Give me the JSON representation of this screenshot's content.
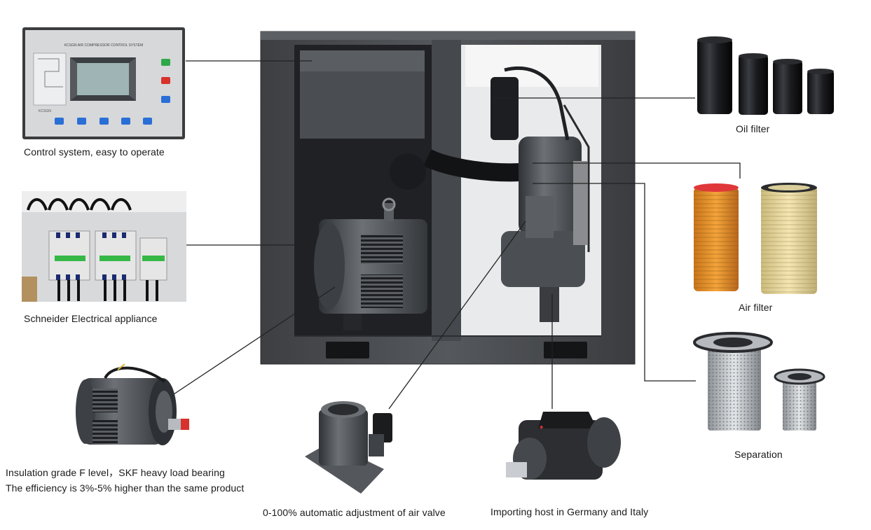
{
  "captions": {
    "control": "Control system, easy to operate",
    "schneider": "Schneider Electrical appliance",
    "motor_line1": "Insulation grade F level，SKF heavy load bearing",
    "motor_line2": "The efficiency is 3%-5% higher than the same product",
    "valve": "0-100% automatic adjustment of air valve",
    "host": "Importing host in Germany and Italy",
    "oil_filter": "Oil filter",
    "air_filter": "Air filter",
    "separation": "Separation"
  },
  "panel": {
    "title": "KCSGN AIR COMPRESSOR CONTROL SYSTEM",
    "logo": "KCSGN"
  },
  "colors": {
    "cabinet": "#4a4c4f",
    "cabinet_dark": "#2e3033",
    "panel_bg": "#d8dadc",
    "panel_button": "#2a6fd6",
    "green_button": "#2fa84a",
    "red_button": "#d8322c",
    "air_filter_orange": "#e8901e",
    "air_filter_cap": "#e0383a"
  }
}
